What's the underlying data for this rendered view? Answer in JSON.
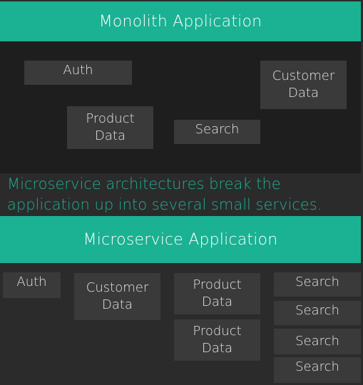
{
  "monolith": {
    "title": "Monolith Application",
    "services": {
      "auth": "Auth",
      "customer_data": "Customer\nData",
      "product_data": "Product\nData",
      "search": "Search"
    }
  },
  "caption": {
    "line1": "Microservice architectures break the",
    "line2": "application up into several small services."
  },
  "microservice": {
    "title": "Microservice Application",
    "services": {
      "auth": "Auth",
      "customer_data": "Customer\nData",
      "product_data_1": "Product\nData",
      "product_data_2": "Product\nData",
      "search_1": "Search",
      "search_2": "Search",
      "search_3": "Search",
      "search_4": "Search"
    }
  },
  "colors": {
    "accent": "#1bb193",
    "box": "#3a3a3a",
    "background": "#2b2b2b",
    "monolith_background": "#1e1e1e"
  }
}
